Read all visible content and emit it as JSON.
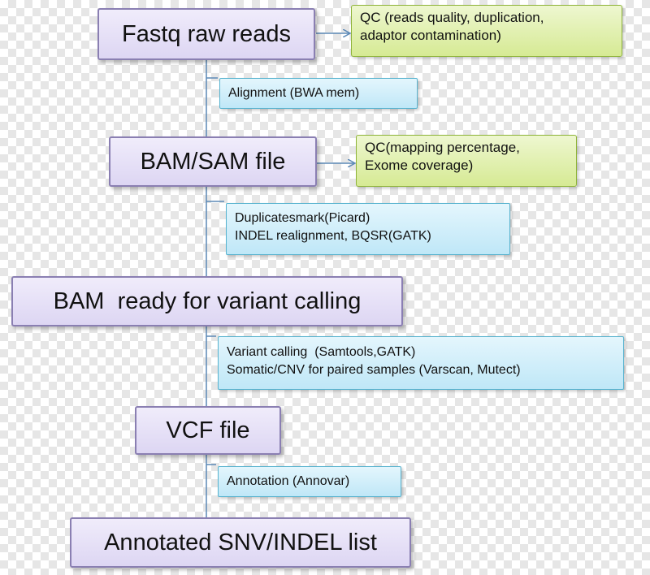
{
  "nodes": {
    "fastq": "Fastq raw reads",
    "bam_sam": "BAM/SAM file",
    "bam_ready": "BAM  ready for variant calling",
    "vcf": "VCF file",
    "annotated": "Annotated SNV/INDEL list"
  },
  "qc": {
    "reads": [
      "QC (reads quality, duplication,",
      "adaptor contamination)"
    ],
    "mapping": [
      "QC(mapping percentage,",
      "Exome coverage)"
    ]
  },
  "steps": {
    "alignment": [
      "Alignment (BWA mem)"
    ],
    "dedup": [
      "Duplicatesmark(Picard)",
      "INDEL realignment, BQSR(GATK)"
    ],
    "variant": [
      "Variant calling  (Samtools,GATK)",
      "Somatic/CNV for paired samples (Varscan, Mutect)"
    ],
    "annotation": [
      "Annotation (Annovar)"
    ]
  },
  "colors": {
    "node_border": "#8a7fb2",
    "node_fill": "#e6e0f6",
    "qc_border": "#8fb43a",
    "qc_fill": "#e2f0b0",
    "step_border": "#58b3cf",
    "step_fill": "#cfeefa",
    "connector": "#5b88b6"
  }
}
